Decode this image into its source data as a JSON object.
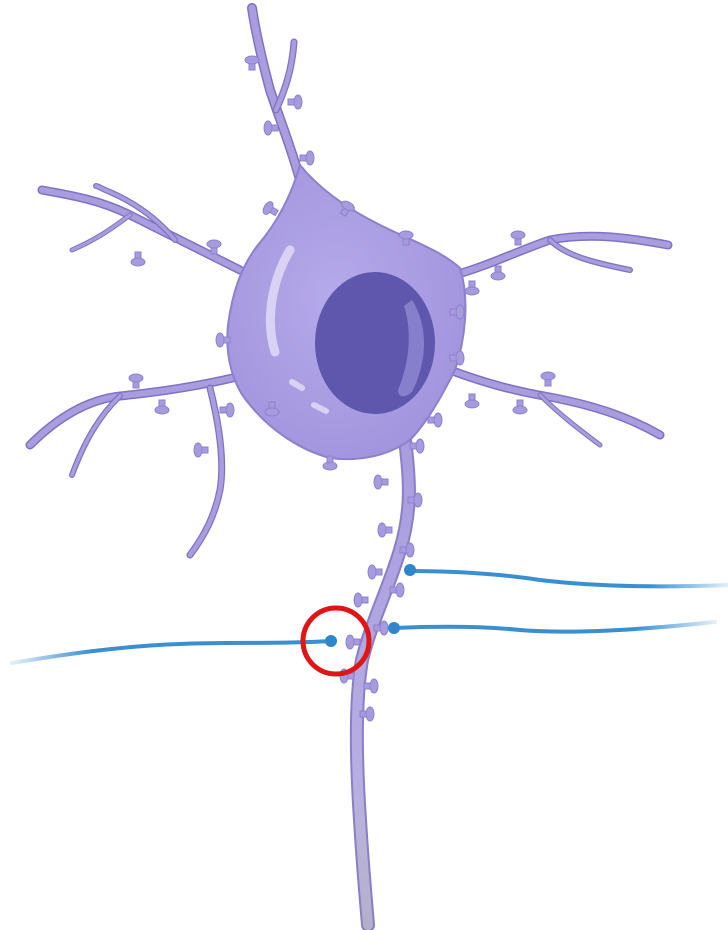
{
  "diagram": {
    "subject": "neuron-with-synaptic-contacts",
    "colors": {
      "background": "#ffffff",
      "cell_body": "#a79be0",
      "cell_outline": "#8d80cc",
      "dendrite": "#a99ddf",
      "dendrite_outline": "#7f72c2",
      "nucleus": "#5f57ae",
      "nucleus_highlight": "#8b85cf",
      "soma_highlight": "#d8d2f5",
      "spine": "#a79be0",
      "axon_terminal": "#2f87c9",
      "axon_line": "#3a8fd0",
      "highlight_circle": "#e01515"
    },
    "highlighted_element": "synapse-on-dendrite-spine",
    "incoming_axons": 3
  }
}
